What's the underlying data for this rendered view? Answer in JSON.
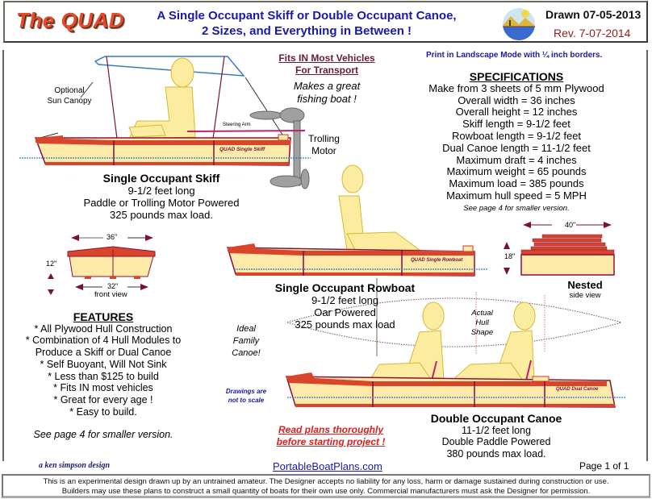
{
  "header": {
    "title": "The QUAD",
    "subtitle_line1": "A Single Occupant  Skiff or Double Occupant Canoe,",
    "subtitle_line2": "2 Sizes, and Everything in Between !",
    "drawn": "Drawn 07-05-2013",
    "revision": "Rev. 7-07-2014",
    "logo_icon": "desert-lake-logo-icon"
  },
  "print_note": "Print in Landscape Mode with ¼ inch borders.",
  "fits_line1": "Fits IN Most Vehicles",
  "fits_line2": "For Transport",
  "fishing_line1": "Makes a great",
  "fishing_line2": "fishing boat !",
  "labels": {
    "canopy_line1": "Optional",
    "canopy_line2": "Sun Canopy",
    "steering_arm": "Steering Arm",
    "trolling_line1": "Trolling",
    "trolling_line2": "Motor",
    "skiff_hull": "QUAD Single Skiff",
    "rowboat_hull": "QUAD Single Rowboat",
    "canoe_hull": "QUAD Dual Canoe",
    "front_width_top": "36\"",
    "front_height": "12\"",
    "front_width_bottom": "32\"",
    "front_view": "front view",
    "nested_width": "40\"",
    "nested_height": "18\"",
    "nested_title": "Nested",
    "nested_sub": "side view",
    "actual_hull_line1": "Actual",
    "actual_hull_line2": "Hull",
    "actual_hull_line3": "Shape"
  },
  "specifications": {
    "heading": "SPECIFICATIONS",
    "lines": [
      "Make from 3 sheets of 5 mm Plywood",
      "Overall width = 36 inches",
      "Overall height = 12 inches",
      "Skiff length = 9-1/2 feet",
      "Rowboat length = 9-1/2 feet",
      "Dual Canoe length = 11-1/2 feet",
      "Maximum draft = 4 inches",
      "Maximum weight = 65 pounds",
      "Maximum load = 385 pounds",
      "Maximum hull speed = 5 MPH"
    ],
    "note": "See page 4 for smaller version."
  },
  "skiff": {
    "title": "Single Occupant Skiff",
    "lines": [
      "9-1/2 feet long",
      "Paddle or Trolling Motor Powered",
      "325 pounds max load."
    ]
  },
  "rowboat": {
    "title": "Single Occupant Rowboat",
    "lines": [
      "9-1/2 feet long",
      "Oar Powered",
      "325 pounds max load"
    ]
  },
  "canoe": {
    "title": "Double Occupant Canoe",
    "lines": [
      "11-1/2 feet long",
      "Double Paddle Powered",
      "380 pounds max load."
    ]
  },
  "features": {
    "heading": "FEATURES",
    "items": [
      "* All Plywood Hull Construction",
      "* Combination of 4 Hull Modules to",
      "Produce a Skiff or Dual Canoe",
      "* Self Buoyant, Will Not Sink",
      "* Less than $125 to build",
      "* Fits IN most vehicles",
      "* Great for every age !",
      "* Easy to build."
    ],
    "note": "See page 4 for smaller version."
  },
  "ideal": [
    "Ideal",
    "Family",
    "Canoe!"
  ],
  "not_to_scale": [
    "Drawings are",
    "not to scale"
  ],
  "read_plans": [
    "Read plans thoroughly",
    "before starting project !"
  ],
  "credit": "a ken simpson design",
  "website": "PortableBoatPlans.com",
  "page_label": "Page 1 of  1",
  "disclaimer": [
    "This is an experimental design drawn up by an untrained amateur. The Designer accepts no liability for any loss, harm or damage sustained during construction or use.",
    "Builders may use these plans to construct a small quantity of boats for their own use only.  Commercial manufacturers must ask the Designer for permission."
  ],
  "colors": {
    "title_red": "#e8492c",
    "subtitle_blue": "#1a1aa8",
    "hull_fill": "#fde9a8",
    "hull_rail": "#d8452a",
    "hull_outline": "#8a1040",
    "waterline": "#2a7ad8",
    "figure_fill": "#fbeca0"
  }
}
